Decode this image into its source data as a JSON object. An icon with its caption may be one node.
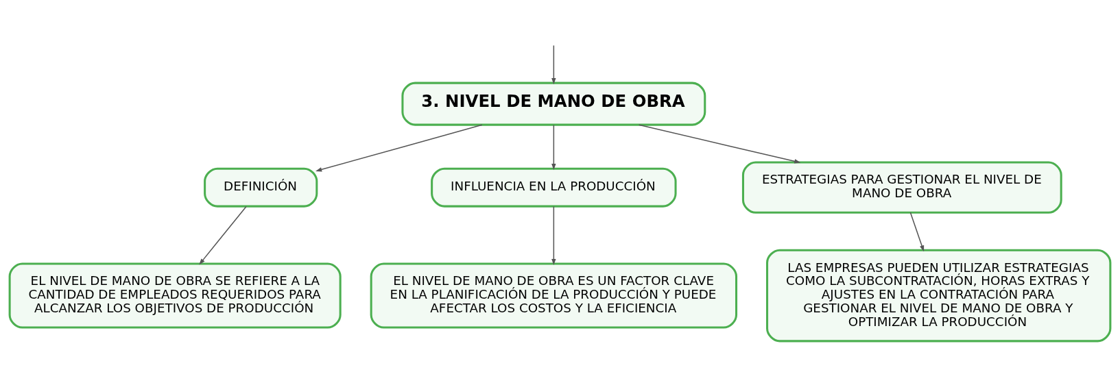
{
  "diagram": {
    "nodes": [
      {
        "text": [
          "3. NIVEL DE MANO DE OBRA"
        ]
      },
      {
        "text": [
          "DEFINICIÓN"
        ]
      },
      {
        "text": [
          "INFLUENCIA EN LA PRODUCCIÓN"
        ]
      },
      {
        "text": [
          "ESTRATEGIAS PARA GESTIONAR EL NIVEL DE MANO DE OBRA"
        ]
      },
      {
        "text": [
          "EL NIVEL DE MANO DE OBRA SE REFIERE A LA CANTIDAD DE EMPLEADOS REQUERIDOS PARA ALCANZAR LOS OBJETIVOS DE PRODUCCIÓN"
        ]
      },
      {
        "text": [
          "EL NIVEL DE MANO DE OBRA ES UN FACTOR CLAVE EN LA PLANIFICACIÓN DE LA PRODUCCIÓN Y PUEDE AFECTAR LOS COSTOS Y LA EFICIENCIA"
        ]
      },
      {
        "text": [
          "LAS EMPRESAS PUEDEN UTILIZAR ESTRATEGIAS COMO LA SUBCONTRATACIÓN, HORAS EXTRAS Y AJUSTES EN LA CONTRATACIÓN PARA GESTIONAR EL NIVEL DE MANO DE OBRA Y OPTIMIZAR LA PRODUCCIÓN"
        ]
      }
    ],
    "edges": [
      {
        "from": null,
        "to": 0,
        "arrow": "to"
      },
      {
        "from": 0,
        "to": 1,
        "arrow": "to"
      },
      {
        "from": 0,
        "to": 2,
        "arrow": "to"
      },
      {
        "from": 0,
        "to": 3,
        "arrow": "to"
      },
      {
        "from": 1,
        "to": 4,
        "arrow": "to"
      },
      {
        "from": 2,
        "to": 5,
        "arrow": "to"
      },
      {
        "from": 3,
        "to": 6,
        "arrow": "to"
      }
    ]
  }
}
